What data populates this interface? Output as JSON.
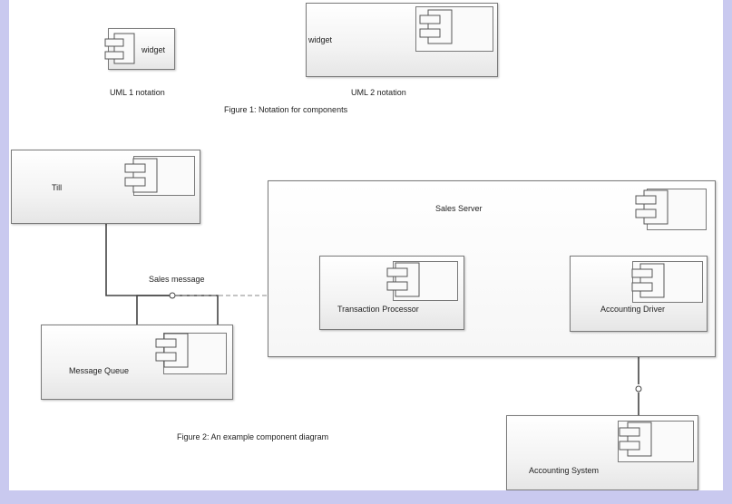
{
  "figure1": {
    "uml1": {
      "component_name": "widget",
      "caption": "UML 1 notation",
      "icon": "component-icon"
    },
    "uml2": {
      "component_name": "widget",
      "caption": "UML 2 notation",
      "icon": "component-icon"
    },
    "caption": "Figure 1: Notation for components"
  },
  "figure2": {
    "caption": "Figure 2: An example component diagram",
    "components": {
      "till": "Till",
      "message_queue": "Message Queue",
      "sales_server": "Sales Server",
      "transaction_processor": "Transaction Processor",
      "accounting_driver": "Accounting Driver",
      "accounting_system": "Accounting System"
    },
    "connector_label": "Sales message"
  },
  "colors": {
    "page_border": "#c9c9ef",
    "canvas": "#ffffff",
    "stroke": "#7a7a7a",
    "line": "#444444",
    "dashed": "#8a8a8a"
  }
}
